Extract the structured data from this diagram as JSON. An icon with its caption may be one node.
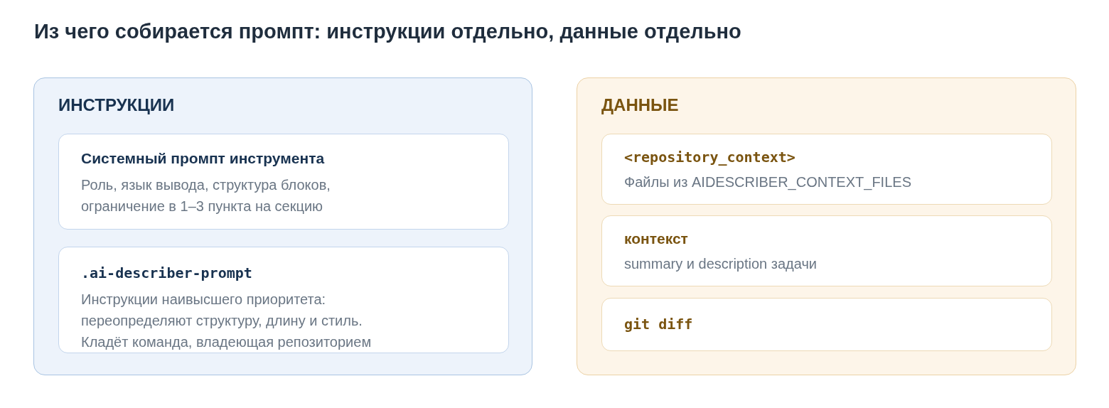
{
  "diagram": {
    "title": "Из чего собирается промпт: инструкции отдельно, данные отдельно",
    "nodes": [
      {
        "text": [
          "ИНСТРУКЦИИ"
        ]
      },
      {
        "text": [
          "Системный промпт инструмента",
          "Роль, язык вывода, структура блоков, ограничение в 1–3 пункта на секцию"
        ],
        "in": 0
      },
      {
        "text": [
          ".ai-describer-prompt",
          "Инструкции наивысшего приоритета: переопределяют структуру, длину и стиль. Кладёт команда, владеющая репозиторием"
        ],
        "in": 0
      },
      {
        "text": [
          "ДАННЫЕ"
        ]
      },
      {
        "text": [
          "<repository_context>",
          "Файлы из AIDESCRIBER_CONTEXT_FILES"
        ],
        "in": 3
      },
      {
        "text": [
          "контекст",
          "summary и description задачи"
        ],
        "in": 3
      },
      {
        "text": [
          "git diff"
        ],
        "in": 3
      }
    ]
  }
}
